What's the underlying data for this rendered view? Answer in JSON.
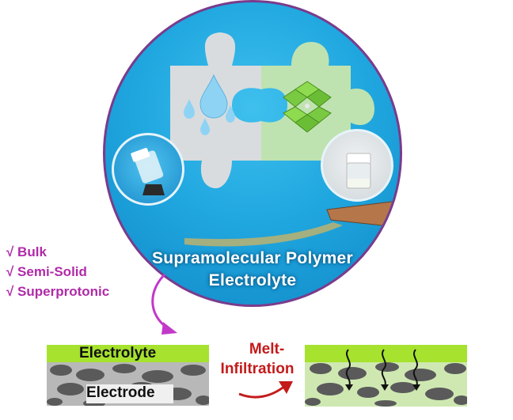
{
  "circle": {
    "title_line1": "Supramolecular Polymer",
    "title_line2": "Electrolyte"
  },
  "properties": [
    "√ Bulk",
    "√ Semi-Solid",
    "√ Superprotonic"
  ],
  "left_panel": {
    "electrolyte_label": "Electrolyte",
    "electrode_label": "Electrode"
  },
  "process": {
    "label_line1": "Melt-",
    "label_line2": "Infiltration"
  },
  "colors": {
    "circle_blue": "#21a8e0",
    "circle_border": "#7a3b8c",
    "electrolyte_green": "#a6e22e",
    "bullet_purple": "#b02aa8",
    "arrow_red": "#c41a1a",
    "arrow_magenta": "#c238c9"
  }
}
